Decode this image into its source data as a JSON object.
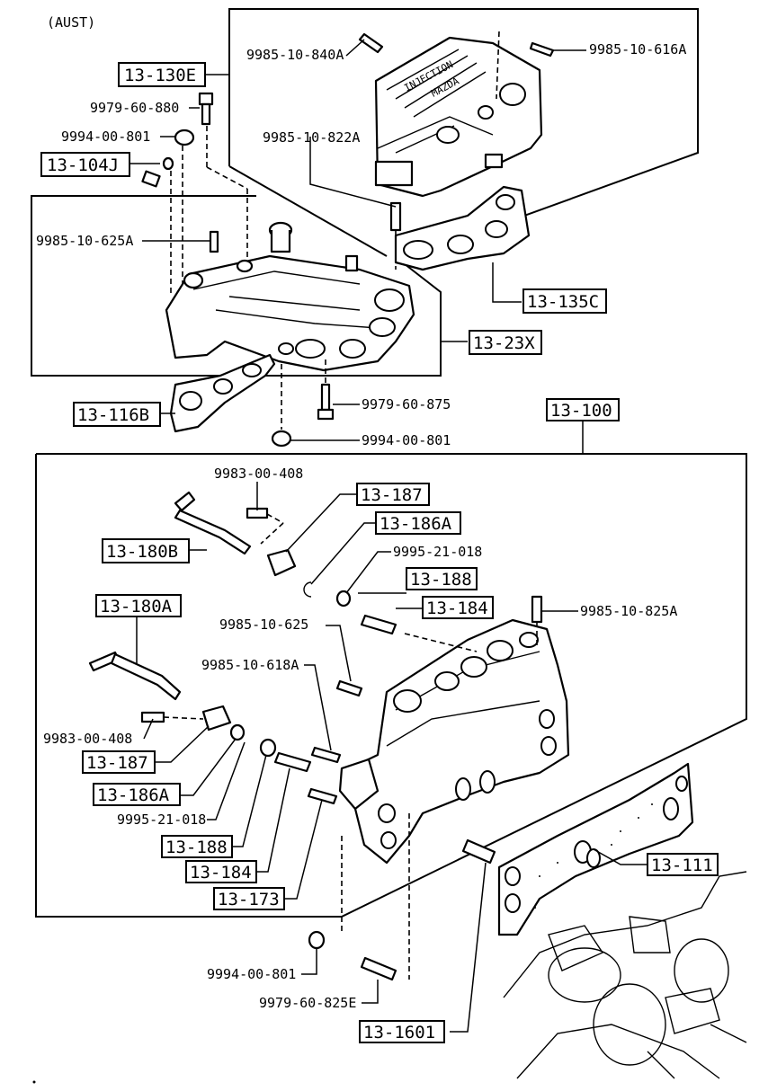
{
  "region_label": "(AUST)",
  "part_numbers": {
    "p_9985_10_840A": "9985-10-840A",
    "p_9985_10_616A": "9985-10-616A",
    "p_9979_60_880": "9979-60-880",
    "p_9994_00_801_top": "9994-00-801",
    "p_9985_10_822A": "9985-10-822A",
    "p_9985_10_625A": "9985-10-625A",
    "p_9979_60_875": "9979-60-875",
    "p_9994_00_801_mid": "9994-00-801",
    "p_9983_00_408_a": "9983-00-408",
    "p_9995_21_018_a": "9995-21-018",
    "p_9985_10_825A": "9985-10-825A",
    "p_9985_10_625": "9985-10-625",
    "p_9985_10_618A": "9985-10-618A",
    "p_9983_00_408_b": "9983-00-408",
    "p_9995_21_018_b": "9995-21-018",
    "p_9994_00_801_bot": "9994-00-801",
    "p_9979_60_825E": "9979-60-825E"
  },
  "callouts": {
    "c_13_130E": "13-130E",
    "c_13_104J": "13-104J",
    "c_13_135C": "13-135C",
    "c_13_23X": "13-23X",
    "c_13_116B": "13-116B",
    "c_13_100": "13-100",
    "c_13_187_a": "13-187",
    "c_13_186A_a": "13-186A",
    "c_13_180B": "13-180B",
    "c_13_188_a": "13-188",
    "c_13_184_a": "13-184",
    "c_13_180A": "13-180A",
    "c_13_187_b": "13-187",
    "c_13_186A_b": "13-186A",
    "c_13_188_b": "13-188",
    "c_13_184_b": "13-184",
    "c_13_173": "13-173",
    "c_13_111": "13-111",
    "c_13_1601": "13-1601"
  },
  "cover_text": {
    "line1": "INJECTION",
    "line2": "MAZDA"
  }
}
